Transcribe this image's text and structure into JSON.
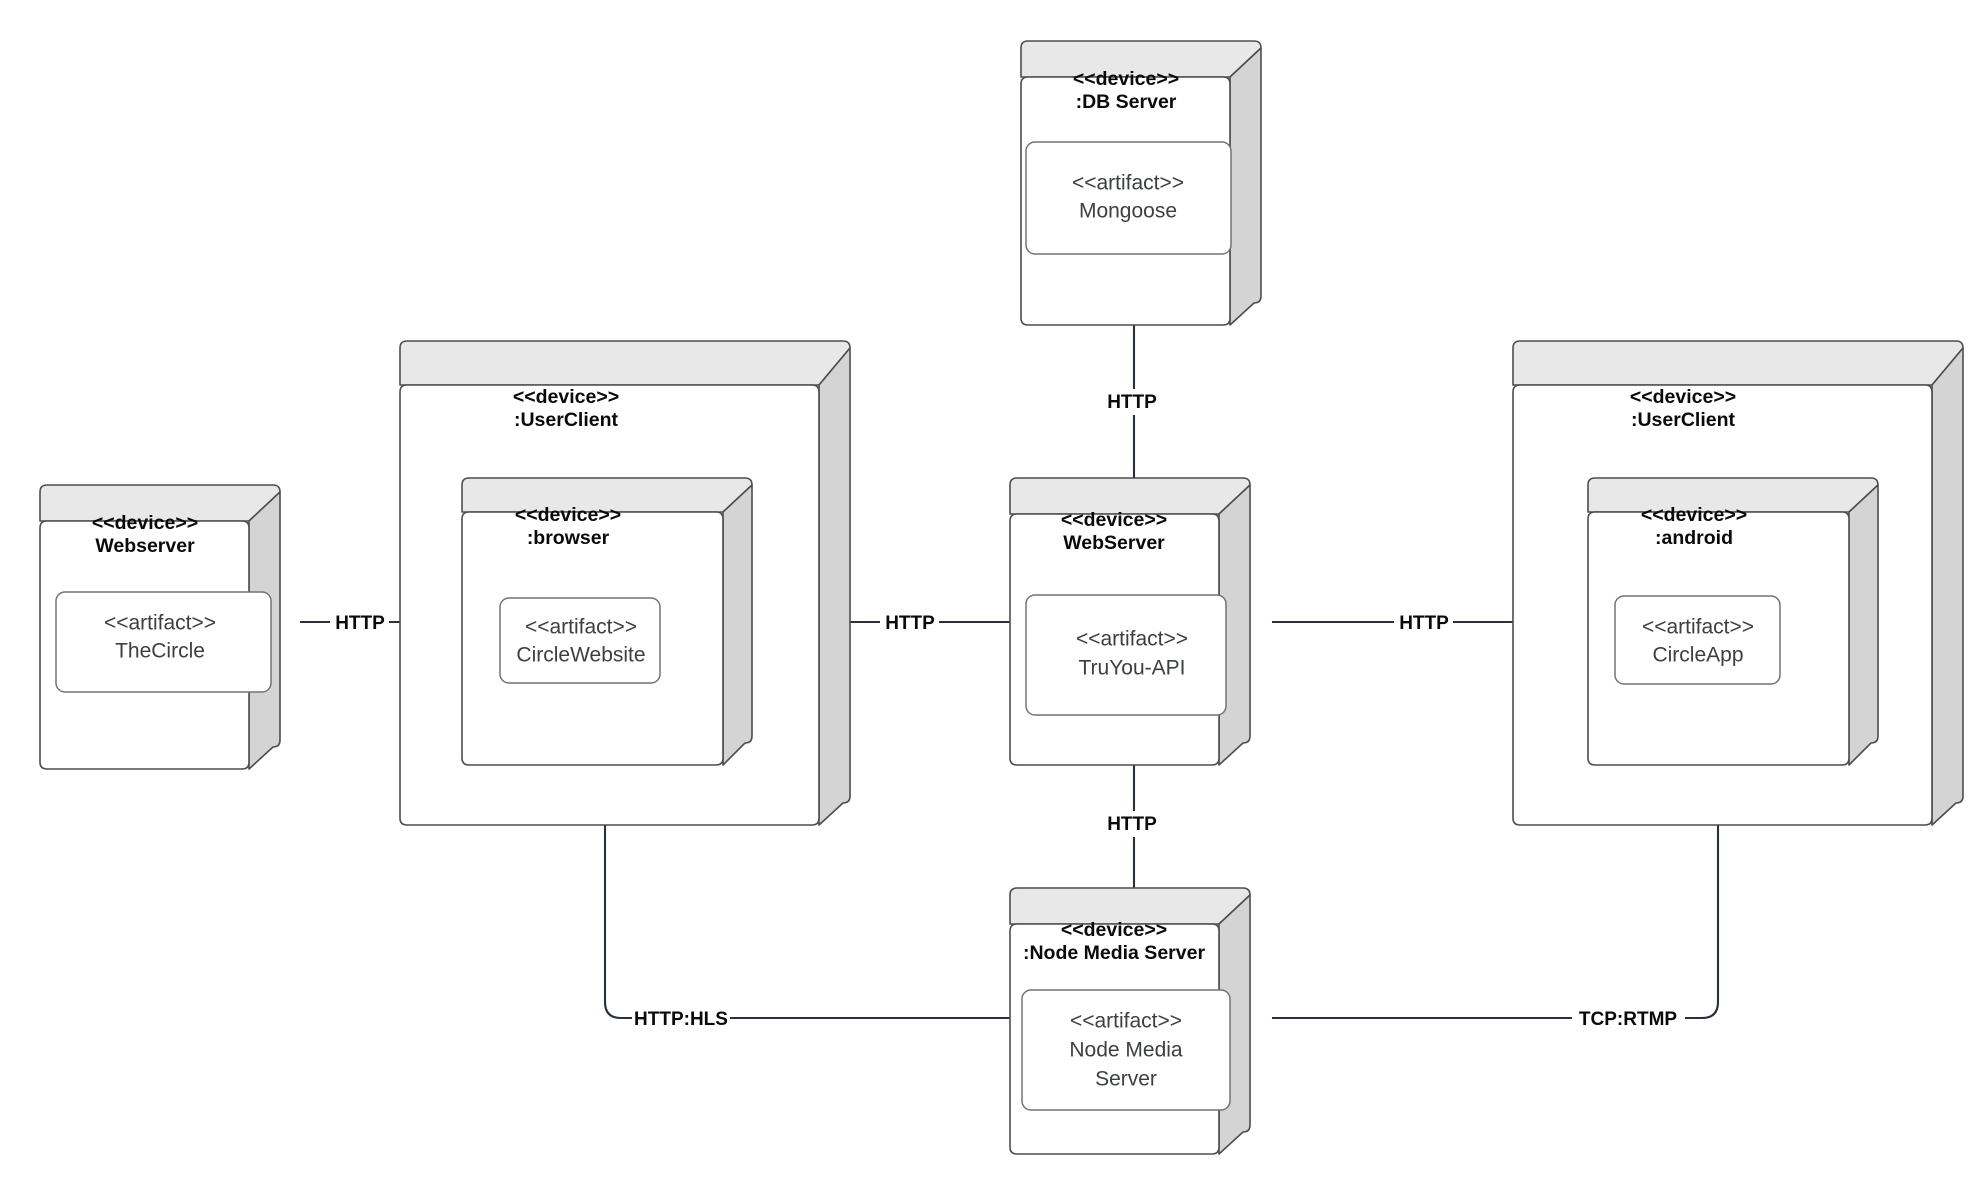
{
  "diagram": {
    "type": "uml-deployment-diagram",
    "title": "",
    "background_color": "#ffffff",
    "stereotype_device": "<<device>>",
    "stereotype_artifact": "<<artifact>>",
    "colors": {
      "node_front": "#ffffff",
      "node_top": "#e8e8e8",
      "node_side": "#d4d4d4",
      "node_border": "#4d4d4d",
      "artifact_border": "#737373",
      "artifact_text": "#3c4043",
      "device_text": "#0a0a0a",
      "connection_line": "#27303b"
    }
  },
  "nodes": [
    {
      "id": "webserver",
      "stereotype": "<<device>>",
      "name": "Webserver",
      "artifact": {
        "stereotype": "<<artifact>>",
        "name": "TheCircle"
      }
    },
    {
      "id": "userclient-left",
      "stereotype": "<<device>>",
      "name": ":UserClient",
      "artifact": null
    },
    {
      "id": "browser",
      "stereotype": "<<device>>",
      "name": ":browser",
      "artifact": {
        "stereotype": "<<artifact>>",
        "name": "CircleWebsite"
      }
    },
    {
      "id": "db-server",
      "stereotype": "<<device>>",
      "name": ":DB Server",
      "artifact": {
        "stereotype": "<<artifact>>",
        "name": "Mongoose"
      }
    },
    {
      "id": "webserver-center",
      "stereotype": "<<device>>",
      "name": "WebServer",
      "artifact": {
        "stereotype": "<<artifact>>",
        "name": "TruYou-API"
      }
    },
    {
      "id": "userclient-right",
      "stereotype": "<<device>>",
      "name": ":UserClient",
      "artifact": null
    },
    {
      "id": "android",
      "stereotype": "<<device>>",
      "name": ":android",
      "artifact": {
        "stereotype": "<<artifact>>",
        "name": "CircleApp"
      }
    },
    {
      "id": "node-media-server",
      "stereotype": "<<device>>",
      "name": ":Node Media Server",
      "artifact": {
        "stereotype": "<<artifact>>",
        "name": "Node Media\nServer",
        "line1": "Node Media",
        "line2": "Server"
      }
    }
  ],
  "connections": [
    {
      "id": "conn-webserver-userclient",
      "label": "HTTP",
      "from": "webserver",
      "to": "userclient-left"
    },
    {
      "id": "conn-browser-webserver-center",
      "label": "HTTP",
      "from": "browser",
      "to": "webserver-center"
    },
    {
      "id": "conn-webserver-center-android",
      "label": "HTTP",
      "from": "webserver-center",
      "to": "android"
    },
    {
      "id": "conn-dbserver-webserver-center",
      "label": "HTTP",
      "from": "db-server",
      "to": "webserver-center"
    },
    {
      "id": "conn-webserver-center-nms",
      "label": "HTTP",
      "from": "webserver-center",
      "to": "node-media-server"
    },
    {
      "id": "conn-browser-nms",
      "label": "HTTP:HLS",
      "from": "browser",
      "to": "node-media-server"
    },
    {
      "id": "conn-android-nms",
      "label": "TCP:RTMP",
      "from": "android",
      "to": "node-media-server"
    }
  ]
}
